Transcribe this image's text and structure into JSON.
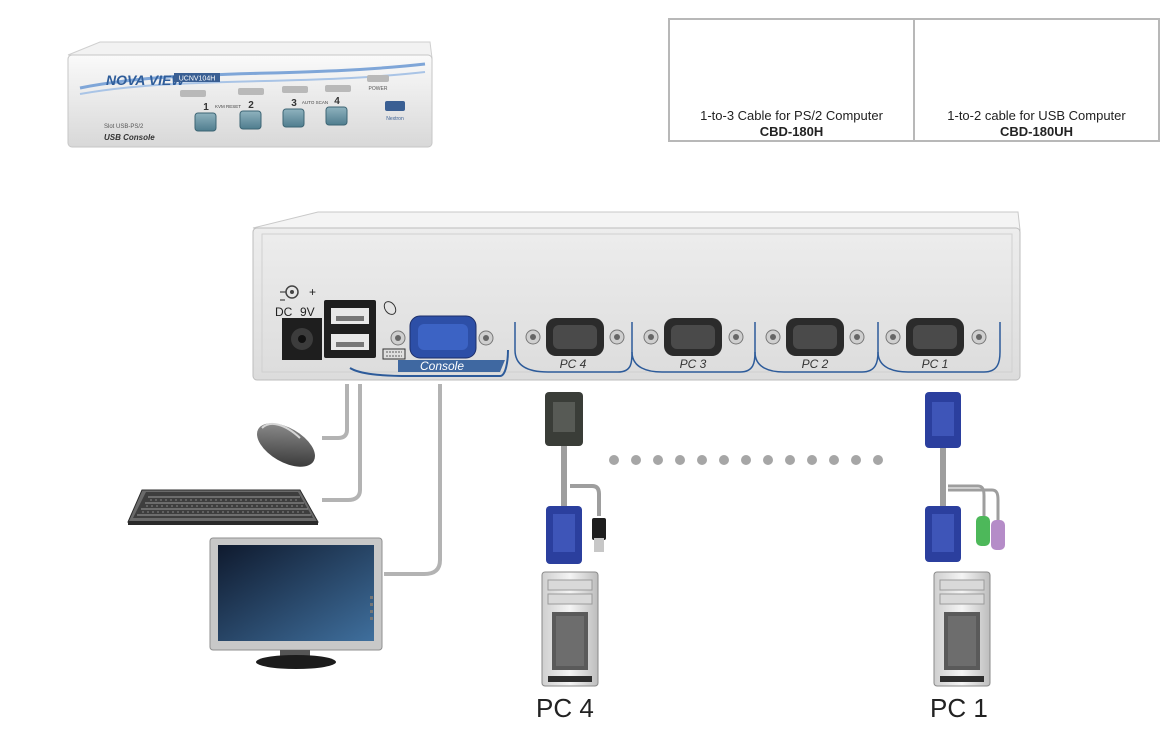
{
  "front_unit": {
    "brand": "NOVA VIEW",
    "model_badge": "UCNV104H",
    "sub_label": "Slot USB-PS/2",
    "console_label": "USB Console",
    "buttons": [
      "1",
      "2",
      "3",
      "4"
    ],
    "kvm_reset": "KVM RESET",
    "auto_scan": "AUTO SCAN",
    "power": "POWER",
    "maker": "Nextron"
  },
  "cables": [
    {
      "description": "1-to-3 Cable for PS/2 Computer",
      "model": "CBD-180H"
    },
    {
      "description": "1-to-2 cable for USB Computer",
      "model": "CBD-180UH"
    }
  ],
  "rear_panel": {
    "power_plus": "+",
    "dc_label": "DC",
    "voltage": "9V",
    "console_label": "Console",
    "ports": [
      "PC 4",
      "PC 3",
      "PC 2",
      "PC 1"
    ]
  },
  "computers": [
    {
      "label": "PC 4"
    },
    {
      "label": "PC 1"
    }
  ],
  "colors": {
    "vga_blue": "#2a3f9e",
    "vga_black": "#3a3a3a",
    "ps2_purple": "#b58cc8",
    "ps2_green": "#4db85a",
    "port_accent": "#2d5b9a",
    "chassis": "#e6e6e6"
  }
}
